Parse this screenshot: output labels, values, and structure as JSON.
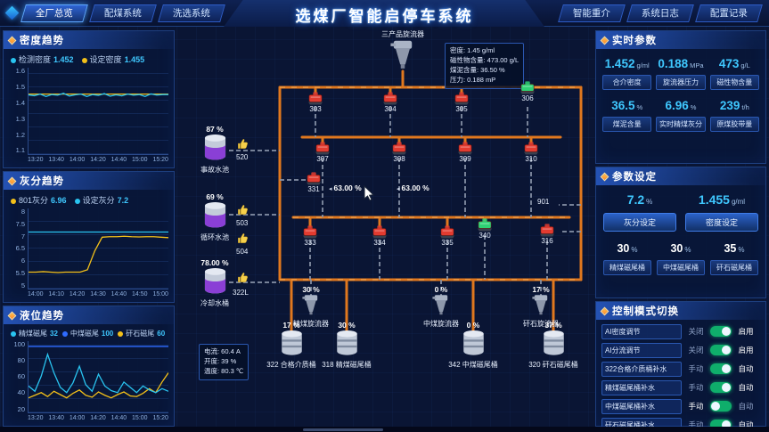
{
  "header": {
    "title": "选煤厂智能启停车系统",
    "nav_left": [
      "全厂总览",
      "配煤系统",
      "洗选系统"
    ],
    "nav_right": [
      "智能重介",
      "系统日志",
      "配置记录"
    ]
  },
  "palette": {
    "accent_cyan": "#3fc8ff",
    "accent_yellow": "#f3c019",
    "accent_blue": "#2f6bff",
    "valve_closed": "#e23b30",
    "valve_open": "#2fd174",
    "pipe_orange": "#e0781e",
    "toggle_green": "#0fae6b"
  },
  "panels": {
    "density": {
      "title": "密度趋势",
      "legend": [
        {
          "label": "检测密度",
          "value": "1.452"
        },
        {
          "label": "设定密度",
          "value": "1.455"
        }
      ],
      "y_ticks": [
        "1.6",
        "1.5",
        "1.4",
        "1.3",
        "1.2",
        "1.1"
      ],
      "x_ticks": [
        "13:20",
        "13:40",
        "14:00",
        "14:20",
        "14:40",
        "15:00",
        "15:20"
      ],
      "ylim": [
        1.08,
        1.62
      ],
      "series": {
        "measured": [
          1.45,
          1.445,
          1.455,
          1.44,
          1.452,
          1.448,
          1.46,
          1.443,
          1.45,
          1.455,
          1.44,
          1.452,
          1.447,
          1.458,
          1.442,
          1.45,
          1.444,
          1.455,
          1.448,
          1.452,
          1.44,
          1.456,
          1.449,
          1.452,
          1.452
        ],
        "setpoint": [
          1.455,
          1.455
        ]
      }
    },
    "ash": {
      "title": "灰分趋势",
      "legend": [
        {
          "label": "801灰分",
          "value": "6.96"
        },
        {
          "label": "设定灰分",
          "value": "7.2"
        }
      ],
      "y_ticks": [
        "8",
        "7.5",
        "7",
        "6.5",
        "6",
        "5.5",
        "5"
      ],
      "x_ticks": [
        "14:00",
        "14:10",
        "14:20",
        "14:30",
        "14:40",
        "14:50",
        "15:00"
      ],
      "ylim": [
        4.8,
        8.2
      ],
      "series": {
        "measured": [
          5.5,
          5.5,
          5.52,
          5.5,
          5.48,
          5.5,
          5.5,
          5.5,
          5.6,
          6.4,
          6.98,
          7.0,
          7.0,
          7.02,
          7.0,
          6.99,
          7.0,
          7.0,
          6.98,
          6.96
        ],
        "setpoint": [
          7.2,
          7.2
        ]
      }
    },
    "level": {
      "title": "液位趋势",
      "legend": [
        {
          "label": "精煤磁尾",
          "value": "32"
        },
        {
          "label": "中煤磁尾",
          "value": "100"
        },
        {
          "label": "矸石磁尾",
          "value": "60"
        }
      ],
      "y_ticks": [
        "100",
        "80",
        "60",
        "40",
        "20"
      ],
      "x_ticks": [
        "13:20",
        "13:40",
        "14:00",
        "14:20",
        "14:40",
        "15:00",
        "15:20"
      ],
      "ylim": [
        0,
        108
      ],
      "series": {
        "jingmei": [
          40,
          32,
          55,
          88,
          60,
          38,
          30,
          45,
          70,
          42,
          32,
          58,
          40,
          33,
          30,
          46,
          38,
          30,
          40,
          34,
          30,
          36,
          32
        ],
        "zhongmei": [
          100,
          100
        ],
        "ganshi": [
          22,
          26,
          30,
          24,
          32,
          27,
          22,
          29,
          34,
          26,
          23,
          31,
          26,
          22,
          27,
          31,
          25,
          24,
          29,
          36,
          30,
          46,
          60
        ]
      }
    }
  },
  "realtime": {
    "title": "实时参数",
    "stats": [
      {
        "value": "1.452",
        "unit": "g/ml",
        "label": "合介密度"
      },
      {
        "value": "0.188",
        "unit": "MPa",
        "label": "旋流器压力"
      },
      {
        "value": "473",
        "unit": "g/L",
        "label": "磁性物含量"
      },
      {
        "value": "36.5",
        "unit": "%",
        "label": "煤泥含量"
      },
      {
        "value": "6.96",
        "unit": "%",
        "label": "实时精煤灰分"
      },
      {
        "value": "239",
        "unit": "t/h",
        "label": "原煤胶带量"
      }
    ]
  },
  "settings": {
    "title": "参数设定",
    "big": [
      {
        "value": "7.2",
        "unit": "%",
        "button": "灰分设定"
      },
      {
        "value": "1.455",
        "unit": "g/ml",
        "button": "密度设定"
      }
    ],
    "small": [
      {
        "value": "30",
        "unit": "%",
        "label": "精煤磁尾桶"
      },
      {
        "value": "30",
        "unit": "%",
        "label": "中煤磁尾桶"
      },
      {
        "value": "35",
        "unit": "%",
        "label": "矸石磁尾桶"
      }
    ]
  },
  "control": {
    "title": "控制模式切换",
    "rows": [
      {
        "label": "AI密度调节",
        "off": "关闭",
        "on": "启用",
        "state": "on"
      },
      {
        "label": "AI分流调节",
        "off": "关闭",
        "on": "启用",
        "state": "on"
      },
      {
        "label": "322合格介质桶补水",
        "off": "手动",
        "on": "自动",
        "state": "on"
      },
      {
        "label": "精煤磁尾桶补水",
        "off": "手动",
        "on": "自动",
        "state": "on"
      },
      {
        "label": "中煤磁尾桶补水",
        "off": "手动",
        "on": "自动",
        "state": "off"
      },
      {
        "label": "矸石磁尾桶补水",
        "off": "手动",
        "on": "自动",
        "state": "on"
      }
    ]
  },
  "diagram": {
    "top_cyclone": {
      "label": "三产品旋流器"
    },
    "top_info": [
      "密度: 1.45 g/ml",
      "磁性物含量: 473.00 g/L",
      "煤泥含量: 36.50 %",
      "压力: 0.188 mP"
    ],
    "valves": [
      {
        "id": "303",
        "state": "closed"
      },
      {
        "id": "304",
        "state": "closed"
      },
      {
        "id": "305",
        "state": "closed"
      },
      {
        "id": "306",
        "state": "open"
      },
      {
        "id": "307",
        "state": "closed"
      },
      {
        "id": "308",
        "state": "closed"
      },
      {
        "id": "309",
        "state": "closed"
      },
      {
        "id": "310",
        "state": "closed"
      },
      {
        "id": "331",
        "state": "closed"
      },
      {
        "id": "333",
        "state": "closed"
      },
      {
        "id": "334",
        "state": "closed"
      },
      {
        "id": "335",
        "state": "closed"
      },
      {
        "id": "340",
        "state": "open"
      },
      {
        "id": "316",
        "state": "closed"
      },
      {
        "id": "901",
        "state": "closed"
      }
    ],
    "mid_pcts": [
      "63.00 %",
      "63.00 %"
    ],
    "left_tanks": [
      {
        "pct": "87 %",
        "label": "事故水池",
        "tag": "520"
      },
      {
        "pct": "69 %",
        "label": "循环水池",
        "tag": "503",
        "tag2": "504"
      },
      {
        "pct": "78.00 %",
        "label": "冷却水桶",
        "tag": "322L"
      }
    ],
    "cyclones": [
      {
        "pct": "30 %",
        "label": "精煤旋流器"
      },
      {
        "pct": "0 %",
        "label": "中煤旋流器"
      },
      {
        "pct": "17 %",
        "label": "矸石旋流器"
      }
    ],
    "tanks": [
      {
        "pct": "17 %",
        "tag": "322",
        "label": "合格介质桶"
      },
      {
        "pct": "30 %",
        "tag": "318",
        "label": "精煤磁尾桶"
      },
      {
        "pct": "0 %",
        "tag": "342",
        "label": "中煤磁尾桶"
      },
      {
        "pct": "37 %",
        "tag": "320",
        "label": "矸石磁尾桶"
      }
    ],
    "pump_info": [
      "电流: 60.4 A",
      "开度: 39 %",
      "温度: 80.3 ℃"
    ]
  }
}
